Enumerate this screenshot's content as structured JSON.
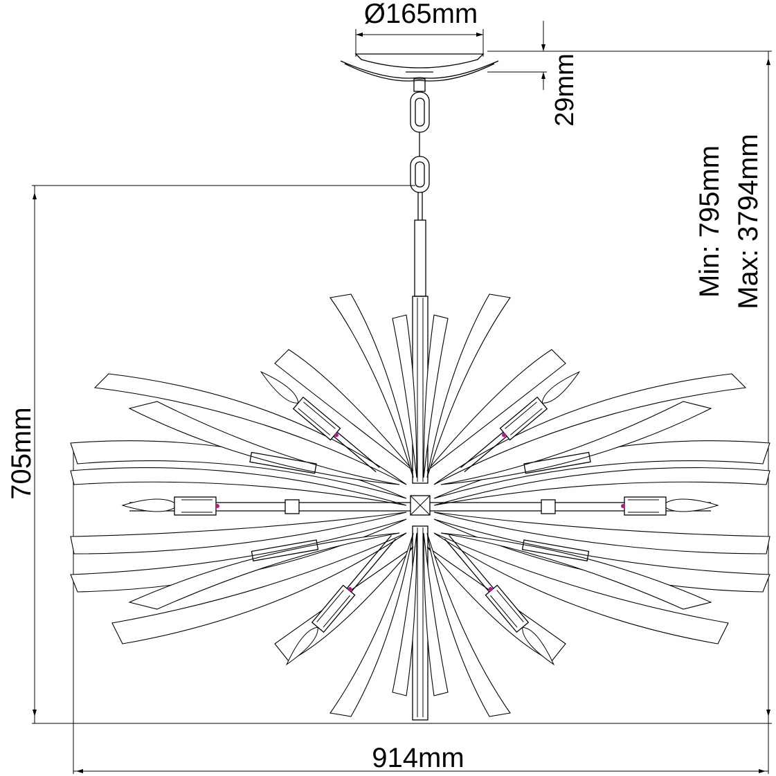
{
  "dimensions": {
    "canopy_diameter": "Ø165mm",
    "canopy_height": "29mm",
    "height_min": "Min: 795mm",
    "height_max": "Max: 3794mm",
    "body_height": "705mm",
    "width": "914mm"
  },
  "colors": {
    "line": "#000000",
    "background": "#ffffff",
    "accent": "#b0188c"
  }
}
